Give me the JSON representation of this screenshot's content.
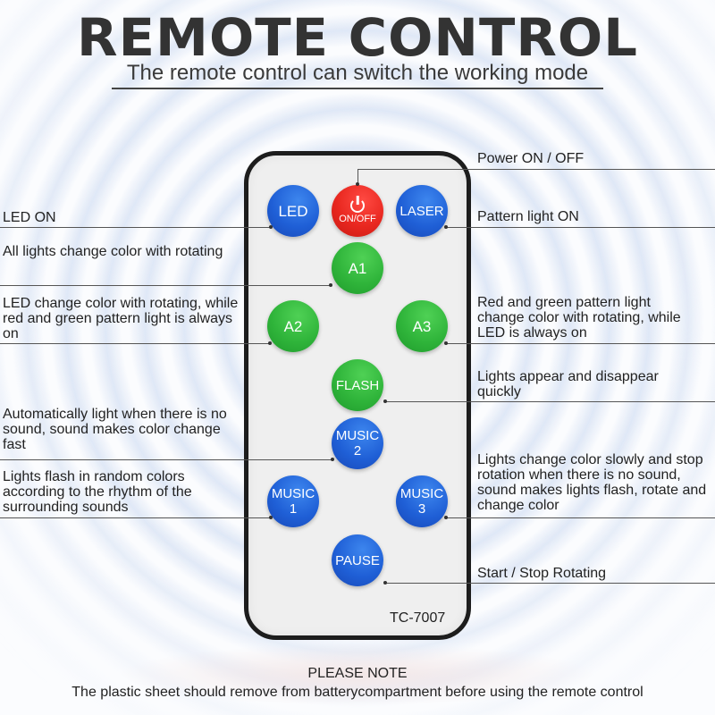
{
  "header": {
    "title": "REMOTE CONTROL",
    "subtitle": "The remote control can switch the working mode"
  },
  "remote": {
    "model": "TC-7007",
    "buttons": {
      "led": {
        "label": "LED",
        "color": "#1f5fd6"
      },
      "power": {
        "label": "ON/OFF",
        "icon": "power-icon",
        "color": "#e8271f"
      },
      "laser": {
        "label": "LASER",
        "color": "#1f5fd6"
      },
      "a1": {
        "label": "A1",
        "color": "#2fb43a"
      },
      "a2": {
        "label": "A2",
        "color": "#2fb43a"
      },
      "a3": {
        "label": "A3",
        "color": "#2fb43a"
      },
      "flash": {
        "label": "FLASH",
        "color": "#2fb43a"
      },
      "music2": {
        "label_line1": "MUSIC",
        "label_line2": "2",
        "color": "#1f5fd6"
      },
      "music1": {
        "label_line1": "MUSIC",
        "label_line2": "1",
        "color": "#1f5fd6"
      },
      "music3": {
        "label_line1": "MUSIC",
        "label_line2": "3",
        "color": "#1f5fd6"
      },
      "pause": {
        "label": "PAUSE",
        "color": "#1f5fd6"
      }
    }
  },
  "descriptions": {
    "power": "Power ON / OFF",
    "led": "LED ON",
    "laser": "Pattern light ON",
    "a1": "All lights change color with rotating",
    "a2": "LED change color with rotating, while red and green pattern light is always on",
    "a3": "Red and green pattern light change color with rotating, while LED is always on",
    "flash": "Lights appear and disappear quickly",
    "music2": "Automatically light when there is no sound, sound makes color change fast",
    "music1": "Lights flash in random colors according to the rhythm of the surrounding sounds",
    "music3": "Lights change color slowly and stop rotation when there is no sound, sound makes lights flash, rotate and change color",
    "pause": "Start / Stop Rotating"
  },
  "note": {
    "title": "PLEASE NOTE",
    "text": "The plastic sheet should remove from batterycompartment before using the remote control"
  }
}
